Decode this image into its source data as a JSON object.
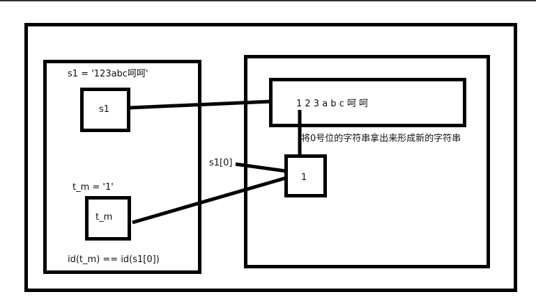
{
  "diagram": {
    "title": "Python string indexing memory model",
    "namespace": {
      "s1_assignment": "s1 = '123abc呵呵'",
      "s1_var": "s1",
      "tm_assignment": "t_m = '1'",
      "tm_var": "t_m",
      "identity_check": "id(t_m) == id(s1[0])"
    },
    "heap": {
      "string_object": "1 2 3 a b c 呵 呵",
      "index_label": "s1[0]",
      "char_object": "1",
      "annotation": "将0号位的字符串拿出来形成新的字符串"
    },
    "colors": {
      "stroke": "#000000",
      "background": "#ffffff",
      "text": "#111111"
    }
  }
}
